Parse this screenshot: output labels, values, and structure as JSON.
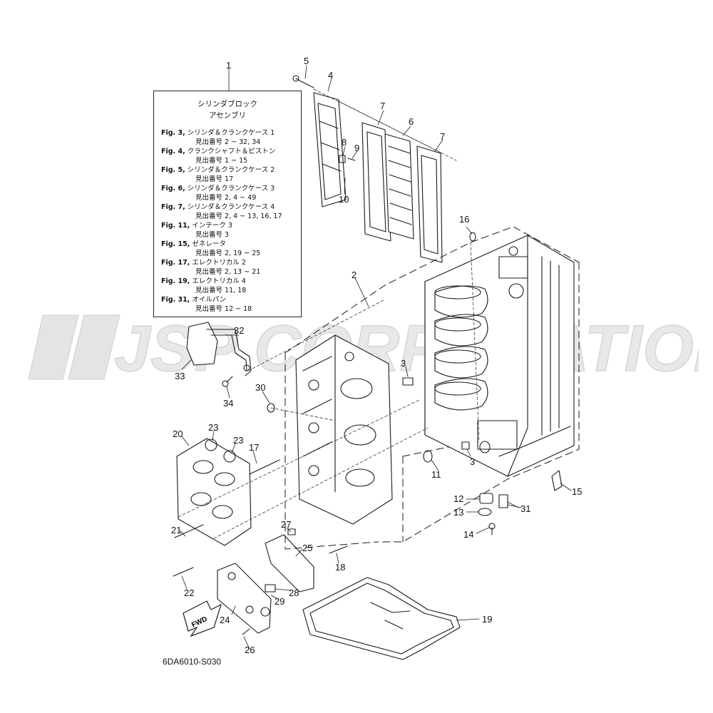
{
  "reference_box": {
    "title_line1": "シリンダブロック",
    "title_line2": "アセンブリ",
    "entries": [
      {
        "fig": "Fig. 3,",
        "name": "シリンダ＆クランクケース 1",
        "ref": "見出番号 2 ~ 32, 34"
      },
      {
        "fig": "Fig. 4,",
        "name": "クランクシャフト＆ピストン",
        "ref": "見出番号 1 ~ 15"
      },
      {
        "fig": "Fig. 5,",
        "name": "シリンダ＆クランクケース 2",
        "ref": "見出番号 17"
      },
      {
        "fig": "Fig. 6,",
        "name": "シリンダ＆クランクケース 3",
        "ref": "見出番号 2, 4 ~ 49"
      },
      {
        "fig": "Fig. 7,",
        "name": "シリンダ＆クランクケース 4",
        "ref": "見出番号  2, 4 ~ 13, 16, 17"
      },
      {
        "fig": "Fig. 11,",
        "name": "インテーク 3",
        "ref": "見出番号 3"
      },
      {
        "fig": "Fig. 15,",
        "name": "ゼネレータ",
        "ref": "見出番号 2, 19 ~ 25"
      },
      {
        "fig": "Fig. 17,",
        "name": "エレクトリカル 2",
        "ref": "見出番号 2, 13 ~ 21"
      },
      {
        "fig": "Fig. 19,",
        "name": "エレクトリカル 4",
        "ref": "見出番号 11, 18"
      },
      {
        "fig": "Fig. 31,",
        "name": "オイルパン",
        "ref": "見出番号 12 ~ 18"
      }
    ]
  },
  "part_labels": {
    "p1": "1",
    "p2": "2",
    "p3a": "3",
    "p3b": "3",
    "p4": "4",
    "p5": "5",
    "p6": "6",
    "p7a": "7",
    "p7b": "7",
    "p8": "8",
    "p9": "9",
    "p10": "10",
    "p11": "11",
    "p12": "12",
    "p13": "13",
    "p14": "14",
    "p15": "15",
    "p16": "16",
    "p17": "17",
    "p18": "18",
    "p19": "19",
    "p20": "20",
    "p21": "21",
    "p22": "22",
    "p23a": "23",
    "p23b": "23",
    "p24": "24",
    "p25": "25",
    "p26": "26",
    "p27": "27",
    "p28": "28",
    "p29": "29",
    "p30": "30",
    "p31": "31",
    "p32": "32",
    "p33": "33",
    "p34": "34"
  },
  "fwd_arrow": "FWD",
  "diagram_code": "6DA6010-S030",
  "watermark": "JSP CORPORATION",
  "colors": {
    "line": "#1a1a1a",
    "watermark": "#e6e6e6"
  }
}
